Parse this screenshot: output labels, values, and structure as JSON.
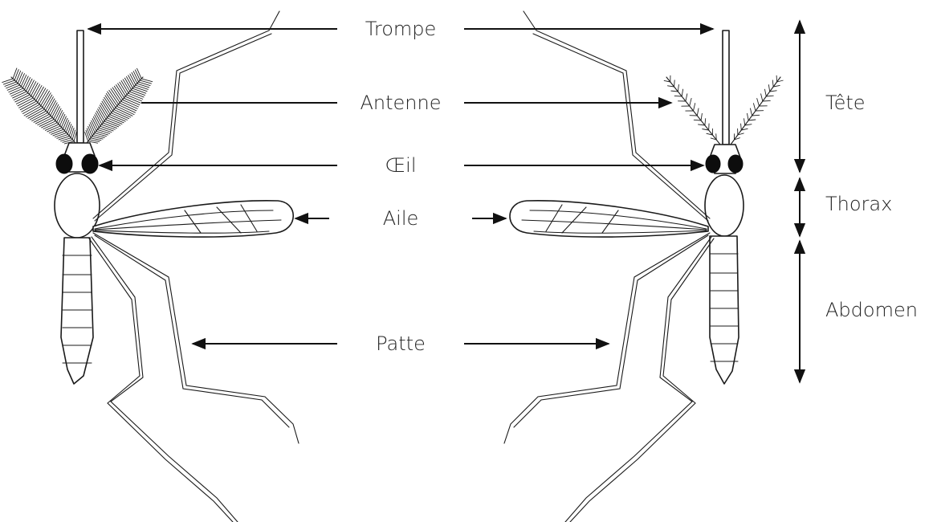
{
  "labels": {
    "proboscis": "Trompe",
    "antenna": "Antenne",
    "eye": "Œil",
    "wing": "Aile",
    "leg": "Patte"
  },
  "body_regions": {
    "head": "Tête",
    "thorax": "Thorax",
    "abdomen": "Abdomen"
  }
}
